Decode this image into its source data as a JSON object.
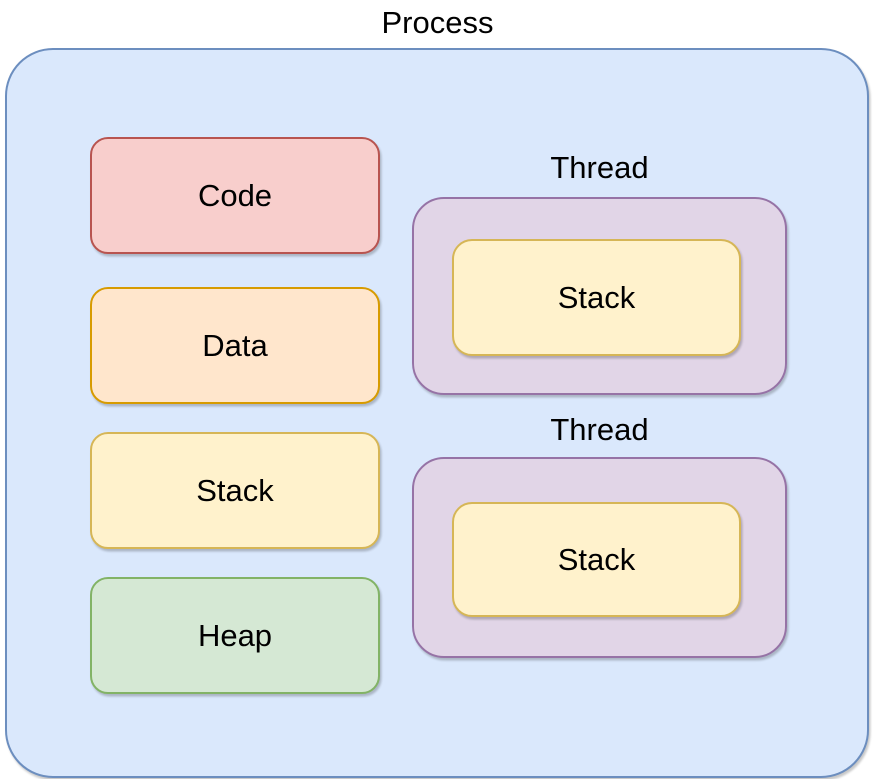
{
  "title": "Process",
  "colors": {
    "process_fill": "#dae8fc",
    "process_border": "#6c8ebf",
    "code_fill": "#f8cecc",
    "code_border": "#b85450",
    "data_fill": "#ffe6cc",
    "data_border": "#d79b00",
    "stack_fill": "#fff2cc",
    "stack_border": "#d6b656",
    "heap_fill": "#d5e8d4",
    "heap_border": "#82b366",
    "thread_fill": "#e1d5e7",
    "thread_border": "#9673a6",
    "text": "#000000"
  },
  "memory_sections": [
    {
      "label": "Code"
    },
    {
      "label": "Data"
    },
    {
      "label": "Stack"
    },
    {
      "label": "Heap"
    }
  ],
  "threads": [
    {
      "label": "Thread",
      "stack_label": "Stack"
    },
    {
      "label": "Thread",
      "stack_label": "Stack"
    }
  ]
}
